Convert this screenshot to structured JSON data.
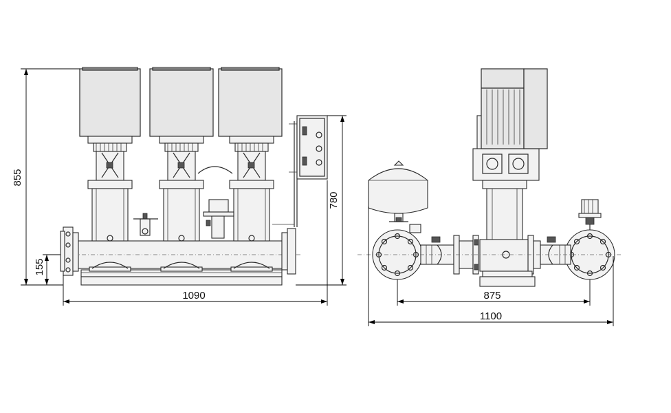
{
  "dimensions": {
    "front_height_total": "855",
    "front_base_height": "155",
    "front_panel_height": "780",
    "front_width": "1090",
    "side_flange_spacing": "875",
    "side_width": "1100"
  },
  "colors": {
    "line": "#2a2a2a",
    "motor_fill": "#e6e6e6",
    "background": "#ffffff"
  }
}
